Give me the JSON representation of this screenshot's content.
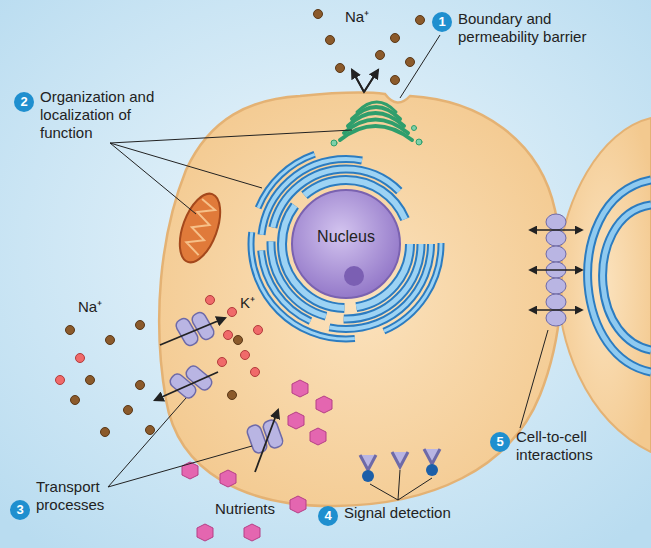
{
  "diagram": {
    "nodes": [
      {
        "text": [
          "Nucleus"
        ]
      }
    ],
    "labels": [
      "Na⁺",
      "1",
      "Boundary and permeability barrier",
      "2",
      "Organization and localization of function",
      "Na⁺",
      "K⁺",
      "3",
      "Transport processes",
      "Nutrients",
      "4",
      "Signal detection",
      "5",
      "Cell-to-cell interactions"
    ]
  }
}
